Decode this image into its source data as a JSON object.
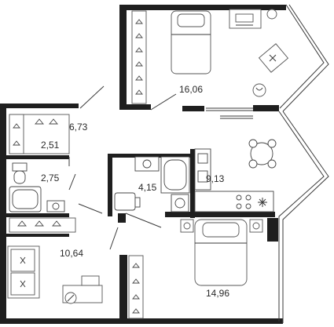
{
  "floorplan": {
    "rooms": [
      {
        "id": "bedroom-top",
        "area": "16,06"
      },
      {
        "id": "hallway",
        "area": "6,73"
      },
      {
        "id": "wardrobe-small",
        "area": "2,51"
      },
      {
        "id": "bathroom-small",
        "area": "2,75"
      },
      {
        "id": "bathroom-main",
        "area": "4,15"
      },
      {
        "id": "kitchen",
        "area": "9,13"
      },
      {
        "id": "living-room",
        "area": "10,64"
      },
      {
        "id": "bedroom-bottom",
        "area": "14,96"
      }
    ],
    "icons": {
      "bed": "bed-icon",
      "desk": "desk-icon",
      "sofa": "sofa-icon",
      "table": "dining-table-icon",
      "bathtub": "bathtub-icon",
      "toilet": "toilet-icon",
      "sink": "sink-icon",
      "washer": "washing-machine-icon",
      "stove": "stove-icon",
      "hanger": "hanger-icon",
      "armchair": "armchair-icon"
    },
    "colors": {
      "wall": "#1f1f1f",
      "line": "#3a3a3a",
      "background": "#ffffff"
    }
  }
}
